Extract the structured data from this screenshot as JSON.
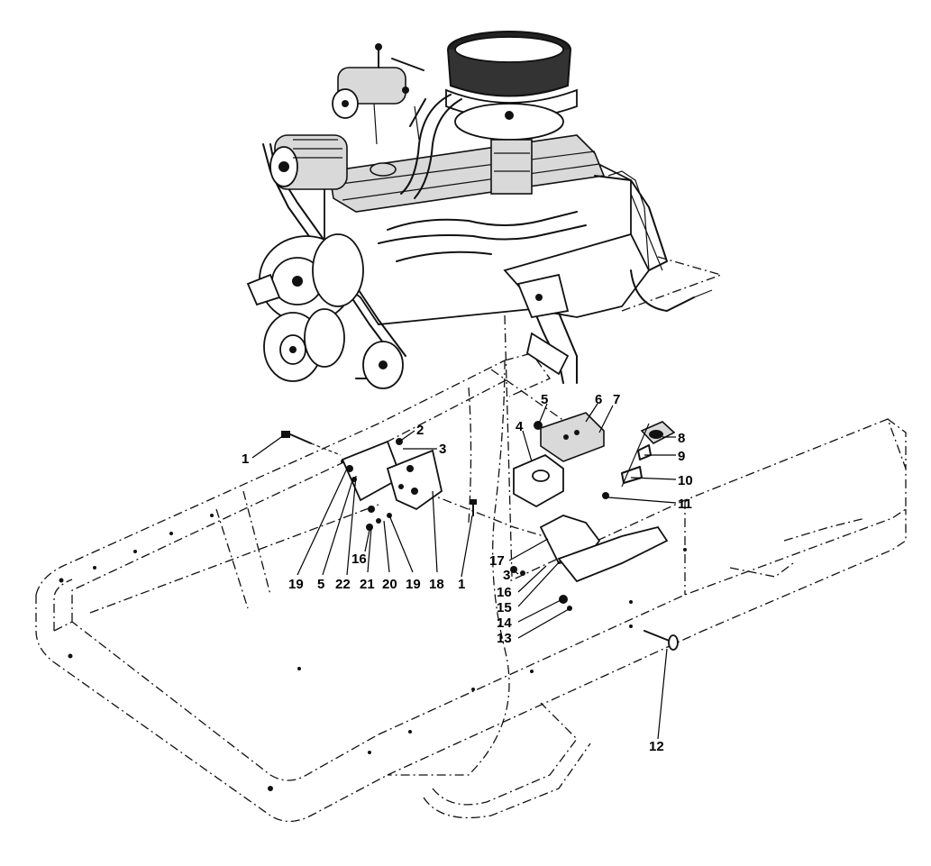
{
  "callouts": [
    {
      "id": "c1a",
      "text": "1"
    },
    {
      "id": "c2",
      "text": "2"
    },
    {
      "id": "c3a",
      "text": "3"
    },
    {
      "id": "c4",
      "text": "4"
    },
    {
      "id": "c5a",
      "text": "5"
    },
    {
      "id": "c6",
      "text": "6"
    },
    {
      "id": "c7",
      "text": "7"
    },
    {
      "id": "c8",
      "text": "8"
    },
    {
      "id": "c9",
      "text": "9"
    },
    {
      "id": "c10",
      "text": "10"
    },
    {
      "id": "c11",
      "text": "11"
    },
    {
      "id": "c19a",
      "text": "19"
    },
    {
      "id": "c5b",
      "text": "5"
    },
    {
      "id": "c22",
      "text": "22"
    },
    {
      "id": "c21",
      "text": "21"
    },
    {
      "id": "c20",
      "text": "20"
    },
    {
      "id": "c19b",
      "text": "19"
    },
    {
      "id": "c18",
      "text": "18"
    },
    {
      "id": "c1b",
      "text": "1"
    },
    {
      "id": "c16a",
      "text": "16"
    },
    {
      "id": "c17",
      "text": "17"
    },
    {
      "id": "c3b",
      "text": "3"
    },
    {
      "id": "c16b",
      "text": "16"
    },
    {
      "id": "c15",
      "text": "15"
    },
    {
      "id": "c14",
      "text": "14"
    },
    {
      "id": "c13",
      "text": "13"
    },
    {
      "id": "c12",
      "text": "12"
    }
  ]
}
